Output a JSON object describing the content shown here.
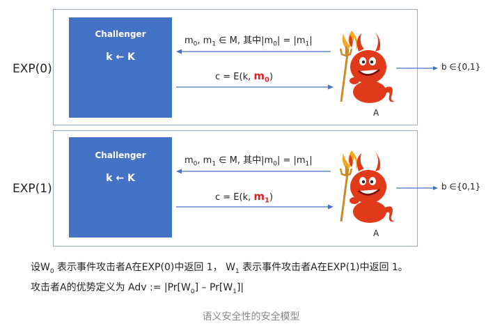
{
  "experiments": [
    {
      "label": "EXP(0)",
      "challenger_title": "Challenger",
      "challenger_key": "k ← K",
      "msg_top_prefix": "m",
      "msg_top_sub0": "0",
      "msg_top_mid": ", m",
      "msg_top_sub1": "1",
      "msg_top_suffix": " ∈ M,  其中|m",
      "msg_top_sub2": "0",
      "msg_top_mid2": "| = |m",
      "msg_top_sub3": "1",
      "msg_top_end": "|",
      "msg_bottom_prefix": "c = E(k, ",
      "msg_bottom_m": "m",
      "msg_bottom_sub": "0",
      "msg_bottom_end": ")",
      "adversary_label": "A",
      "output_label": "b ∈{0,1}"
    },
    {
      "label": "EXP(1)",
      "challenger_title": "Challenger",
      "challenger_key": "k ← K",
      "msg_top_prefix": "m",
      "msg_top_sub0": "0",
      "msg_top_mid": ", m",
      "msg_top_sub1": "1",
      "msg_top_suffix": " ∈ M,  其中|m",
      "msg_top_sub2": "0",
      "msg_top_mid2": "| = |m",
      "msg_top_sub3": "1",
      "msg_top_end": "|",
      "msg_bottom_prefix": "c = E(k, ",
      "msg_bottom_m": "m",
      "msg_bottom_sub": "1",
      "msg_bottom_end": ")",
      "adversary_label": "A",
      "output_label": "b ∈{0,1}"
    }
  ],
  "definition": {
    "line1_a": "设W",
    "line1_sub_a": "0",
    "line1_b": " 表示事件攻击者A在EXP(0)中返回 1，  W",
    "line1_sub_b": "1",
    "line1_c": " 表示事件攻击者A在EXP(1)中返回 1。",
    "line2_a": "攻击者A的优势定义为 Adv := |Pr[W",
    "line2_sub_a": "0",
    "line2_b": "] – Pr[W",
    "line2_sub_b": "1",
    "line2_c": "]|"
  },
  "caption": "语义安全性的安全模型",
  "colors": {
    "challenger": "#4472c4",
    "arrow": "#4472c4",
    "highlight": "#e02020",
    "devil": "#e03a1a"
  },
  "icons": {
    "adversary": "devil-with-trident-icon"
  }
}
